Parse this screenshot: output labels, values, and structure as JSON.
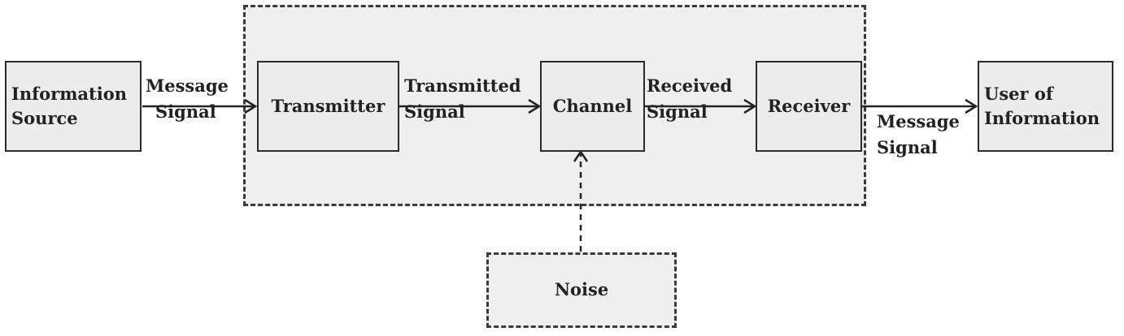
{
  "diagram": {
    "nodes": {
      "source": [
        "Information",
        "Source"
      ],
      "transmitter": "Transmitter",
      "channel": "Channel",
      "receiver": "Receiver",
      "user": [
        "User of",
        "Information"
      ],
      "noise": "Noise"
    },
    "edges": {
      "message_signal_in": [
        "Message",
        "Signal"
      ],
      "transmitted_signal": [
        "Transmitted",
        "Signal"
      ],
      "received_signal": [
        "Received",
        "Signal"
      ],
      "message_signal_out": [
        "Message",
        "Signal"
      ]
    }
  }
}
